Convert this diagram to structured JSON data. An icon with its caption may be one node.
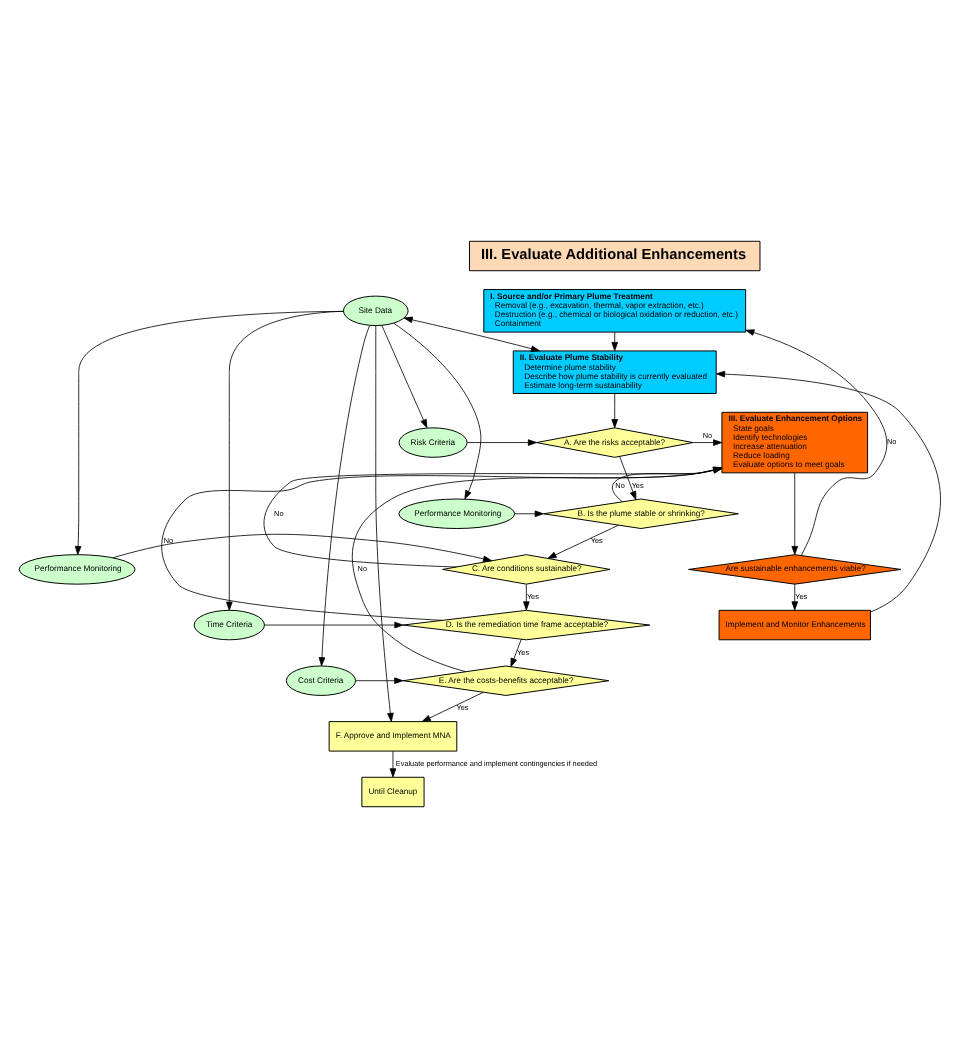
{
  "diagram": {
    "nodes": [
      {
        "text": [
          "III. Evaluate Additional Enhancements"
        ]
      },
      {
        "text": [
          "I. Source and/or Primary Plume Treatment",
          "Removal (e.g., excavation, thermal, vapor extraction, etc.)",
          "Destruction (e.g., chemical or biological oxidation or reduction, etc.)",
          "Containment"
        ]
      },
      {
        "text": [
          "II. Evaluate Plume Stability",
          "Determine plume stability",
          "Describe how plume stability is currently evaluated",
          "Estimate long-term sustainability"
        ]
      },
      {
        "text": [
          "Site Data"
        ]
      },
      {
        "text": [
          "Risk Criteria"
        ]
      },
      {
        "text": [
          "A. Are the risks acceptable?"
        ]
      },
      {
        "text": [
          "III. Evaluate Enhancement Options",
          "State goals",
          "Identify technologies",
          "Increase attenuation",
          "Reduce loading",
          "Evaluate options to meet goals"
        ]
      },
      {
        "text": [
          "Performance Monitoring"
        ]
      },
      {
        "text": [
          "B. Is the plume stable or shrinking?"
        ]
      },
      {
        "text": [
          "Performance Monitoring"
        ]
      },
      {
        "text": [
          "C. Are conditions sustainable?"
        ]
      },
      {
        "text": [
          "Are sustainable enhancements viable?"
        ]
      },
      {
        "text": [
          "Time Criteria"
        ]
      },
      {
        "text": [
          "D. Is the remediation time frame acceptable?"
        ]
      },
      {
        "text": [
          "Implement and Monitor Enhancements"
        ]
      },
      {
        "text": [
          "Cost Criteria"
        ]
      },
      {
        "text": [
          "E. Are the costs-benefits acceptable?"
        ]
      },
      {
        "text": [
          "F. Approve and Implement MNA"
        ]
      },
      {
        "text": [
          "Until Cleanup"
        ]
      }
    ],
    "edges": [
      {
        "from": 1,
        "to": 2,
        "arrow": "to"
      },
      {
        "from": 3,
        "to": 2,
        "arrow": "both"
      },
      {
        "from": 2,
        "to": 5,
        "arrow": "to"
      },
      {
        "from": 3,
        "to": 4,
        "arrow": "to"
      },
      {
        "from": 3,
        "to": 7,
        "arrow": "to"
      },
      {
        "from": 3,
        "to": 9,
        "arrow": "to"
      },
      {
        "from": 3,
        "to": 12,
        "arrow": "to"
      },
      {
        "from": 3,
        "to": 15,
        "arrow": "to"
      },
      {
        "from": 3,
        "to": 17,
        "arrow": "to"
      },
      {
        "from": 4,
        "to": 5,
        "arrow": "to"
      },
      {
        "from": 5,
        "to": 8,
        "arrow": "to",
        "label": "Yes"
      },
      {
        "from": 5,
        "to": 6,
        "arrow": "to",
        "label": "No"
      },
      {
        "from": 7,
        "to": 8,
        "arrow": "to"
      },
      {
        "from": 8,
        "to": 10,
        "arrow": "to",
        "label": "Yes"
      },
      {
        "from": 8,
        "to": 6,
        "arrow": "to",
        "label": "No"
      },
      {
        "from": 9,
        "to": 10,
        "arrow": "to"
      },
      {
        "from": 10,
        "to": 13,
        "arrow": "to",
        "label": "Yes"
      },
      {
        "from": 10,
        "to": 6,
        "arrow": "to",
        "label": "No"
      },
      {
        "from": 12,
        "to": 13,
        "arrow": "to"
      },
      {
        "from": 13,
        "to": 16,
        "arrow": "to",
        "label": "Yes"
      },
      {
        "from": 13,
        "to": 6,
        "arrow": "to",
        "label": "No"
      },
      {
        "from": 15,
        "to": 16,
        "arrow": "to"
      },
      {
        "from": 16,
        "to": 17,
        "arrow": "to",
        "label": "Yes"
      },
      {
        "from": 16,
        "to": 6,
        "arrow": "to",
        "label": "No"
      },
      {
        "from": 17,
        "to": 18,
        "arrow": "to",
        "label": "Evaluate performance and implement contingencies if needed"
      },
      {
        "from": 6,
        "to": 11,
        "arrow": "to"
      },
      {
        "from": 11,
        "to": 14,
        "arrow": "to",
        "label": "Yes"
      },
      {
        "from": 11,
        "to": 1,
        "arrow": "to",
        "label": "No"
      },
      {
        "from": 14,
        "to": 2,
        "arrow": "to"
      }
    ]
  }
}
